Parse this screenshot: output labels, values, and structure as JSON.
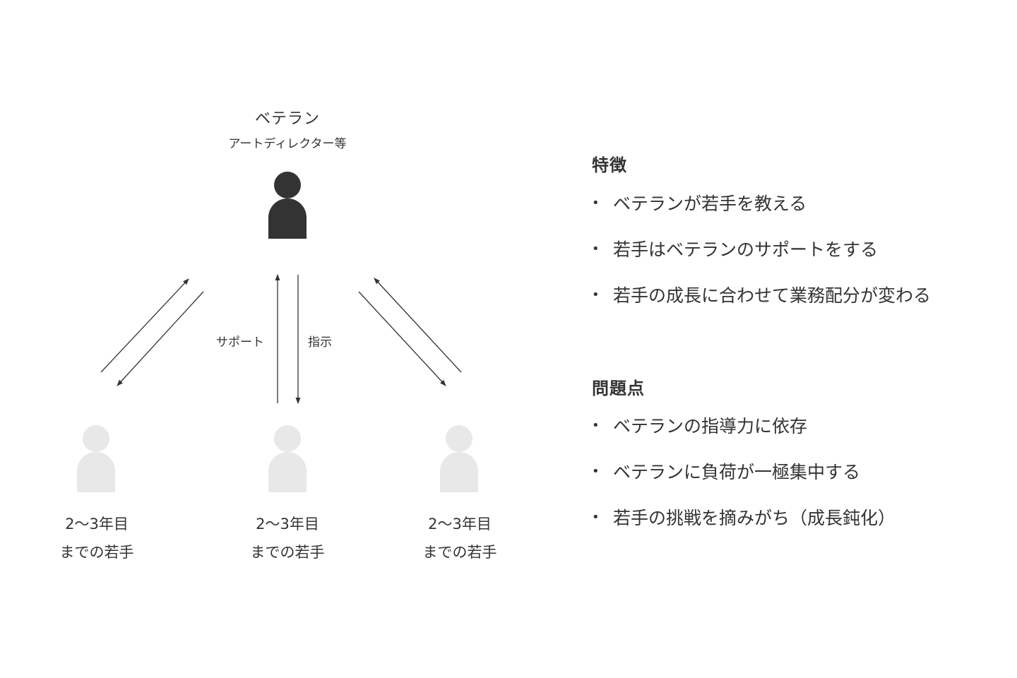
{
  "colors": {
    "veteran_figure": "#333333",
    "junior_figure": "#e8e8e8",
    "text": "#333333",
    "arrow": "#333333"
  },
  "veteran": {
    "title": "ベテラン",
    "subtitle": "アートディレクター等",
    "icon": "person-icon"
  },
  "juniors": [
    {
      "line1": "2〜3年目",
      "line2": "までの若手",
      "icon": "person-icon"
    },
    {
      "line1": "2〜3年目",
      "line2": "までの若手",
      "icon": "person-icon"
    },
    {
      "line1": "2〜3年目",
      "line2": "までの若手",
      "icon": "person-icon"
    }
  ],
  "arrows": {
    "support_label": "サポート",
    "instruction_label": "指示"
  },
  "features": {
    "title": "特徴",
    "bullet": "•",
    "items": [
      "ベテランが若手を教える",
      "若手はベテランのサポートをする",
      "若手の成長に合わせて業務配分が変わる"
    ]
  },
  "problems": {
    "title": "問題点",
    "bullet": "•",
    "items": [
      "ベテランの指導力に依存",
      "ベテランに負荷が一極集中する",
      "若手の挑戦を摘みがち（成長鈍化）"
    ]
  }
}
